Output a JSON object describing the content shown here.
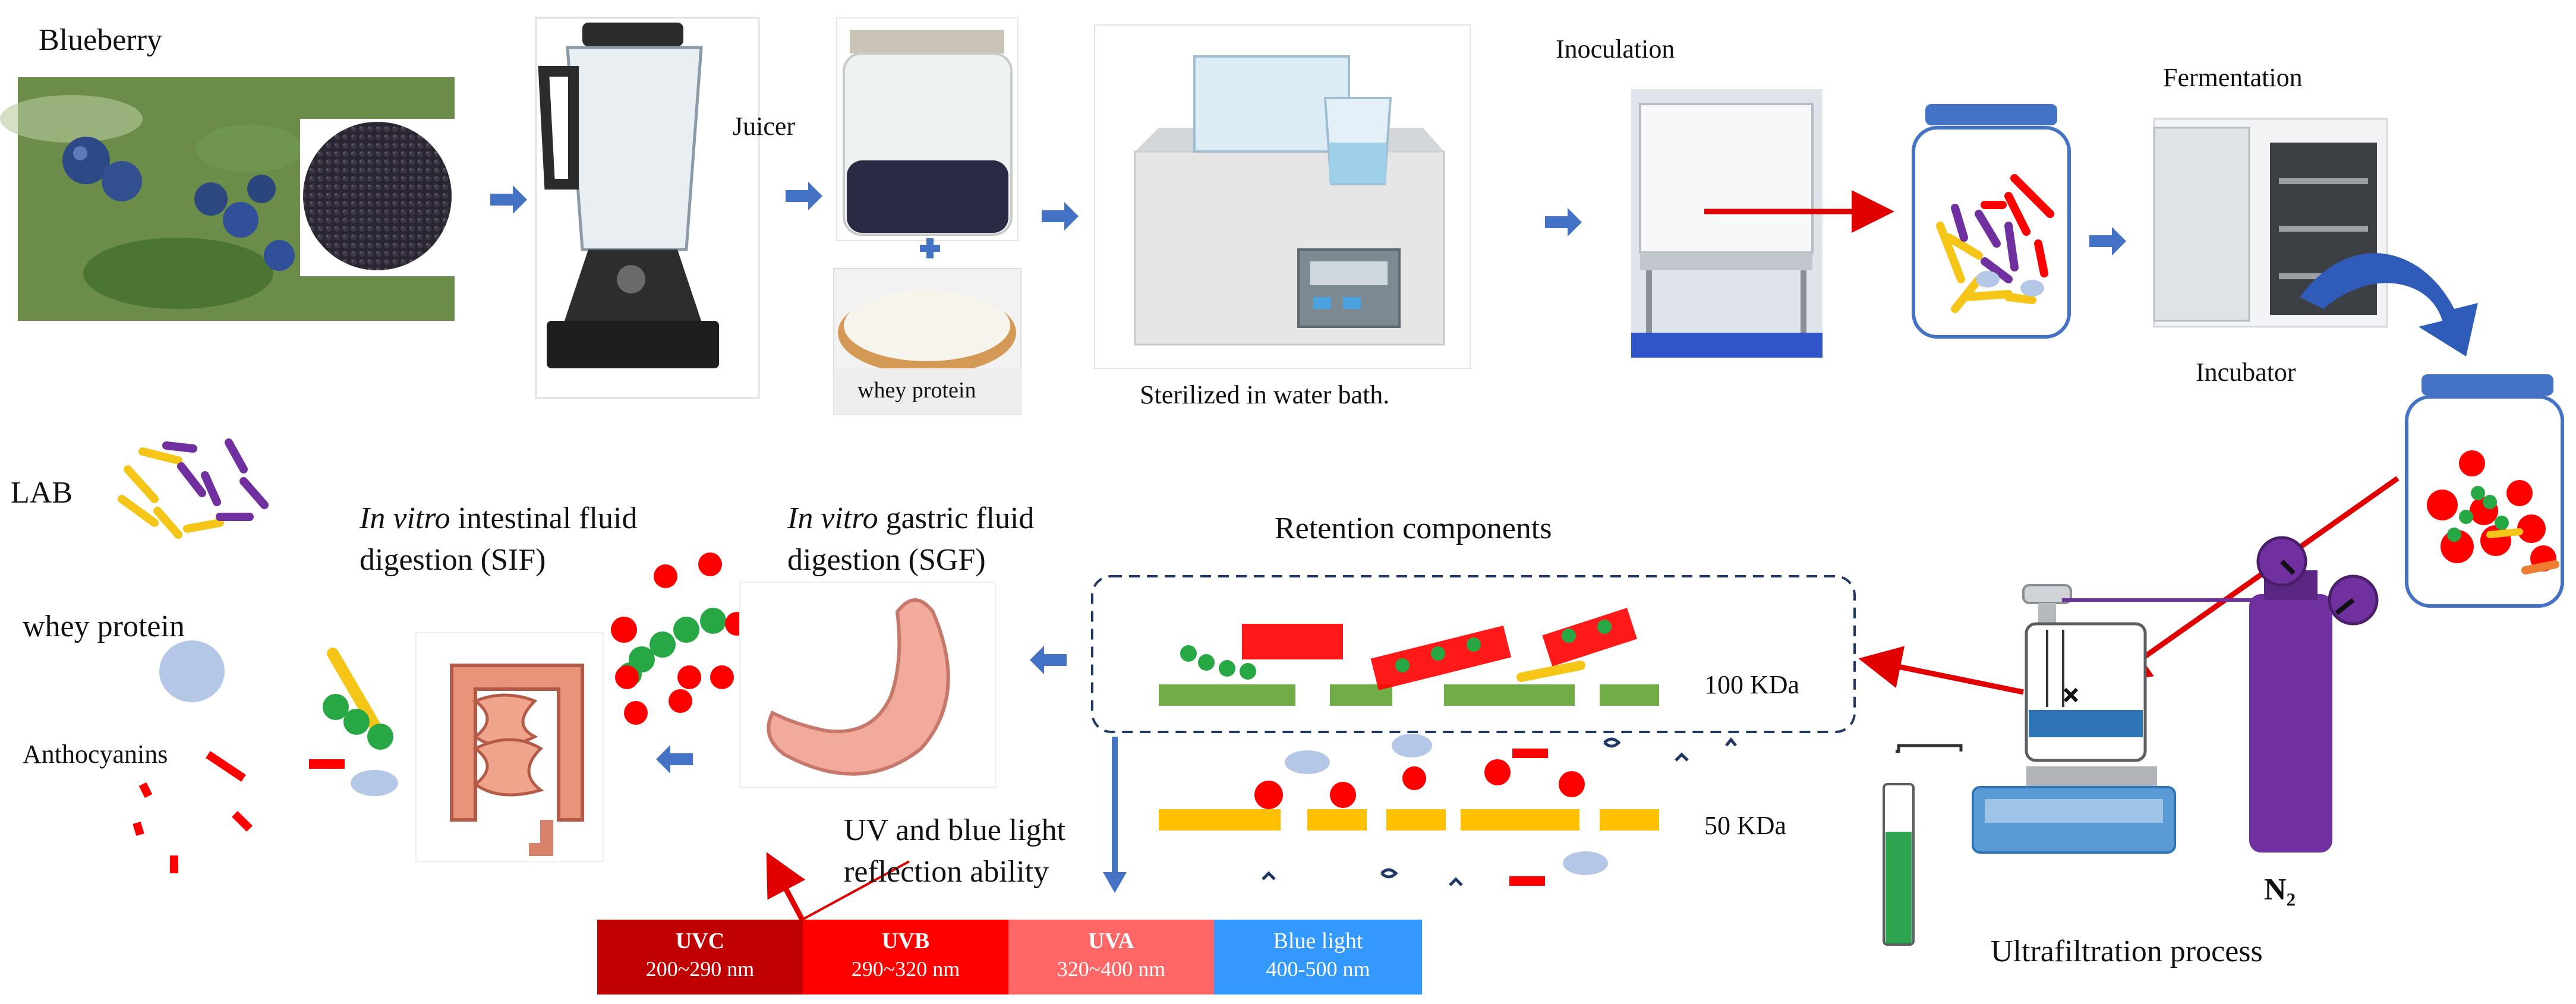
{
  "top_row": {
    "blueberry_label": "Blueberry",
    "juicer_label": "Juicer",
    "whey_protein_jar_label": "whey protein",
    "water_bath_label": "Sterilized in water bath.",
    "inoculation_label": "Inoculation",
    "fermentation_label": "Fermentation",
    "incubator_label": "Incubator"
  },
  "legend": {
    "lab_label": "LAB",
    "whey_label": "whey protein",
    "anthocyanins_label": "Anthocyanins",
    "colors": {
      "lab_yellow": "#f5c518",
      "lab_purple": "#7030a0",
      "whey": "#b4c7e7",
      "anthocyanin": "#ff0000"
    }
  },
  "digestion": {
    "sif_prefix": "In vitro",
    "sif_rest": " intestinal fluid",
    "sif_line2": "digestion (SIF)",
    "sgf_prefix": "In vitro",
    "sgf_rest": " gastric fluid",
    "sgf_line2": "digestion (SGF)"
  },
  "ultrafiltration": {
    "retention_label": "Retention components",
    "membrane_100": "100 KDa",
    "membrane_50": "50 KDa",
    "n2_label": "N₂",
    "process_label": "Ultrafiltration process",
    "colors": {
      "membrane_100": "#70ad47",
      "membrane_50": "#ffc000",
      "cylinder": "#7030a0",
      "arrow": "#e00000",
      "flow_arrow": "#4472c4"
    }
  },
  "uv": {
    "ability_line1": "UV and blue light",
    "ability_line2": "reflection ability",
    "bands": [
      {
        "name": "UVC",
        "range": "200~290 nm",
        "color": "#c00000"
      },
      {
        "name": "UVB",
        "range": "290~320 nm",
        "color": "#ff0000"
      },
      {
        "name": "UVA",
        "range": "320~400 nm",
        "color": "#ff6666"
      },
      {
        "name": "Blue light",
        "range": "400-500 nm",
        "color": "#3399ff"
      }
    ]
  }
}
